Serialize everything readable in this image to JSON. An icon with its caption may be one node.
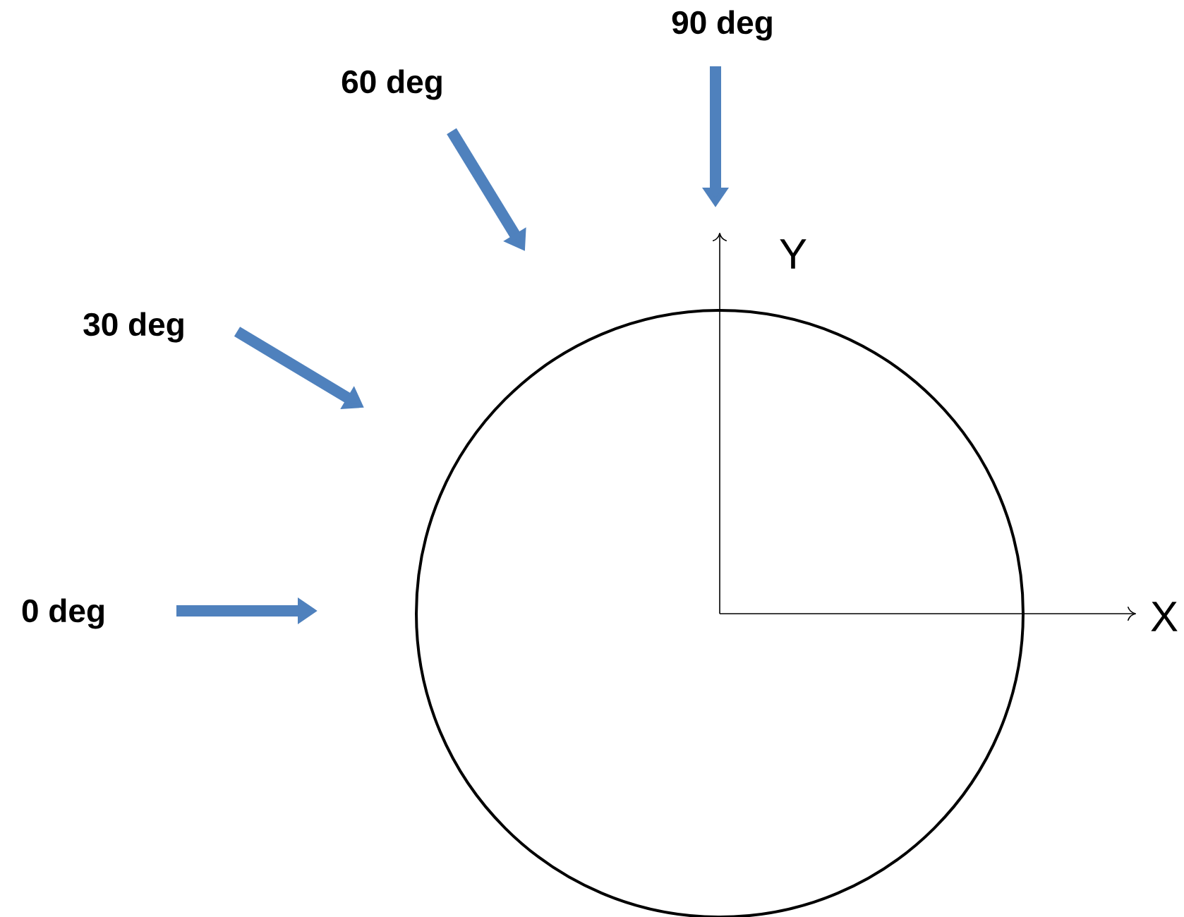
{
  "diagram": {
    "nodes": [
      {
        "text": [],
        "shape": "circle"
      }
    ],
    "labels": [
      "90 deg",
      "60 deg",
      "30 deg",
      "0 deg",
      "Y",
      "X"
    ]
  }
}
